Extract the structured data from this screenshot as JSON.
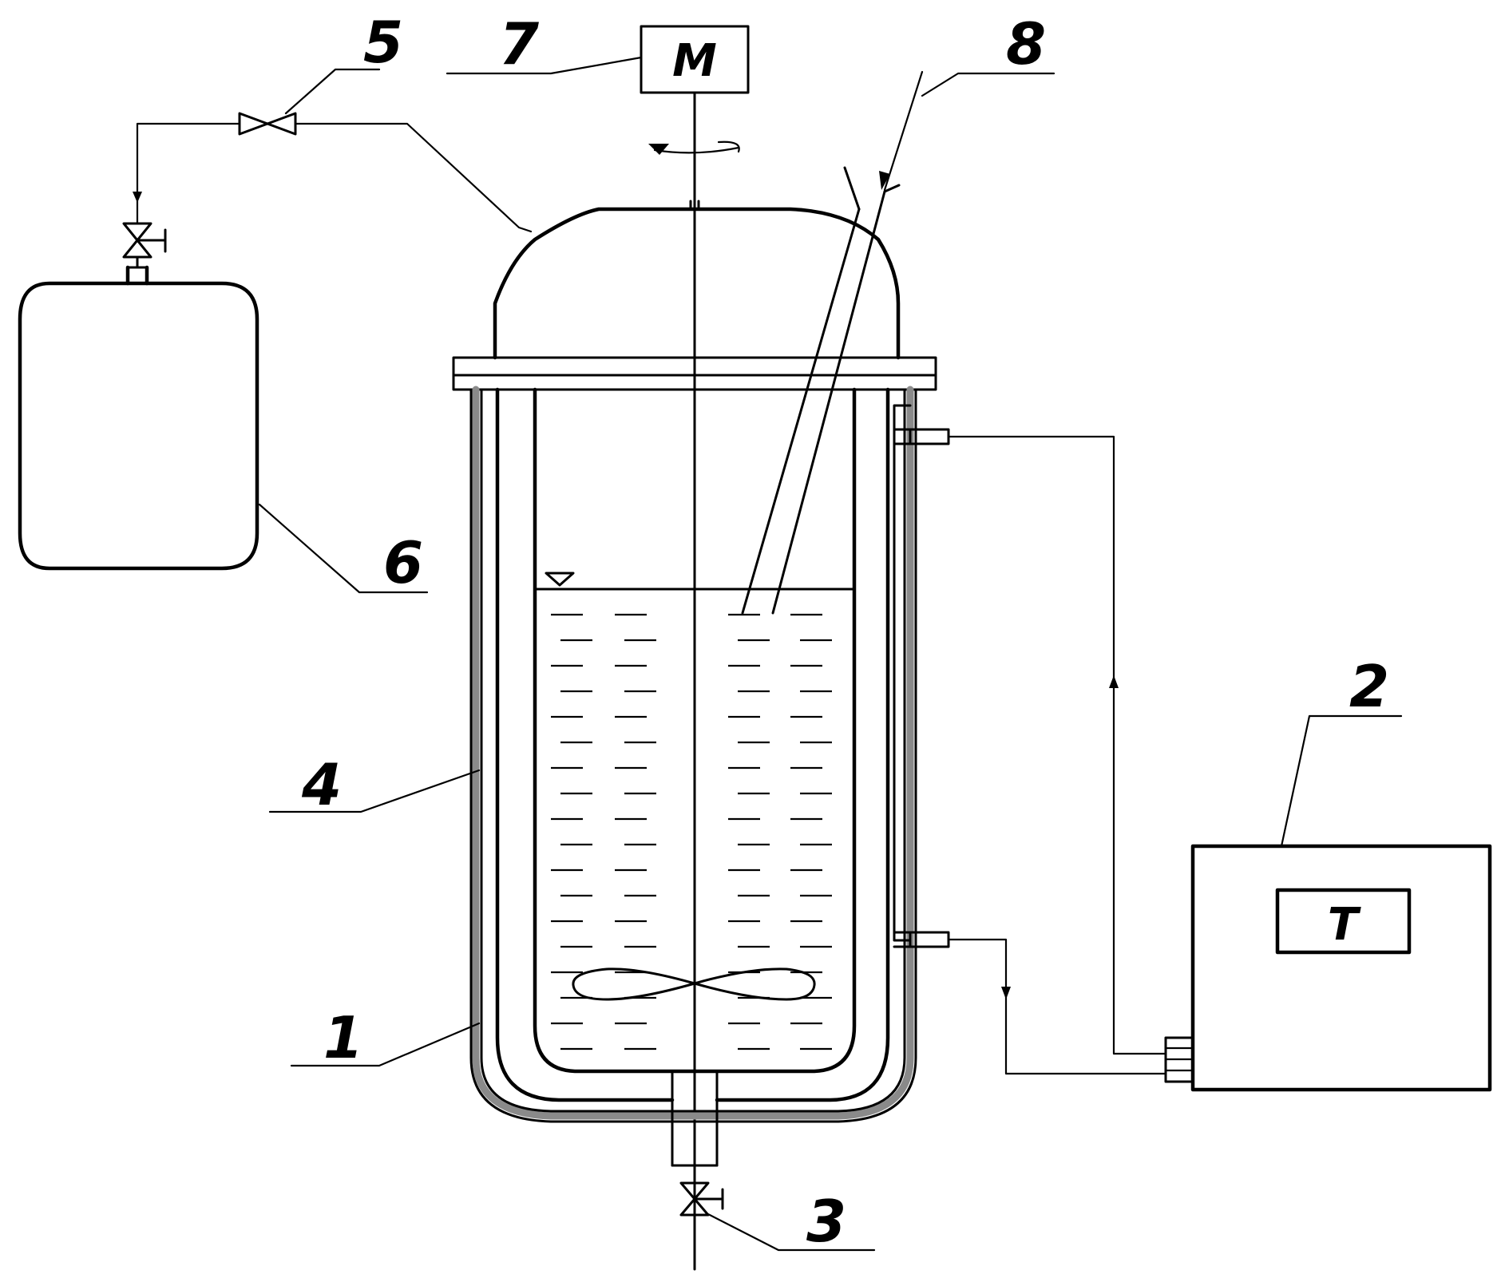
{
  "labels": {
    "vessel": "1",
    "thermostat": "2",
    "drain_valve": "3",
    "jacket": "4",
    "gas_valve": "5",
    "gas_cylinder": "6",
    "motor": "7",
    "tube": "8"
  },
  "symbols": {
    "motor_letter": "M",
    "thermostat_letter": "T"
  },
  "colors": {
    "line": "#000000",
    "jacket_fill": "#8a8a8a",
    "background": "#ffffff"
  }
}
